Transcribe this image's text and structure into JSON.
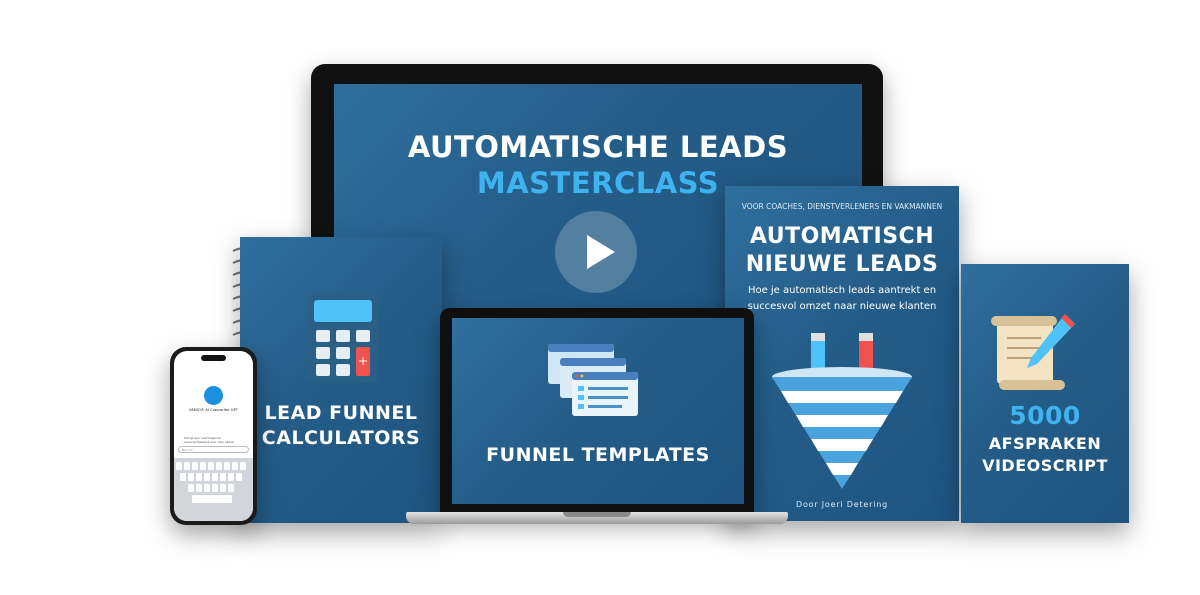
{
  "masterclass": {
    "title_line1": "AUTOMATISCHE LEADS",
    "title_line2": "MASTERCLASS"
  },
  "notebook": {
    "title_line1": "LEAD FUNNEL",
    "title_line2": "CALCULATORS",
    "icon": "calculator-icon"
  },
  "laptop": {
    "title": "FUNNEL TEMPLATES",
    "icon": "browser-windows-icon"
  },
  "book": {
    "supertitle": "VOOR COACHES, DIENSTVERLENERS EN VAKMANNEN",
    "title_line1": "AUTOMATISCH",
    "title_line2": "NIEUWE LEADS",
    "subtitle_line1": "Hoe je automatisch leads aantrekt en",
    "subtitle_line2": "succesvol omzet naar nieuwe klanten",
    "author": "Door Joeri Detering",
    "icon": "magnet-funnel-icon"
  },
  "videoscript": {
    "number": "5000",
    "line1": "AFSPRAKEN",
    "line2": "VIDEOSCRIPT",
    "icon": "scroll-pen-icon"
  },
  "phone": {
    "app_name": "VAMIO® AI Copywriter GPT",
    "message": "Schrijf een overtuigende advertentietekst voor mijn ebook",
    "input_placeholder": "Bericht"
  },
  "colors": {
    "cover_blue": "#2a6894",
    "accent": "#3fb3ef",
    "calc_red": "#ef5350"
  }
}
